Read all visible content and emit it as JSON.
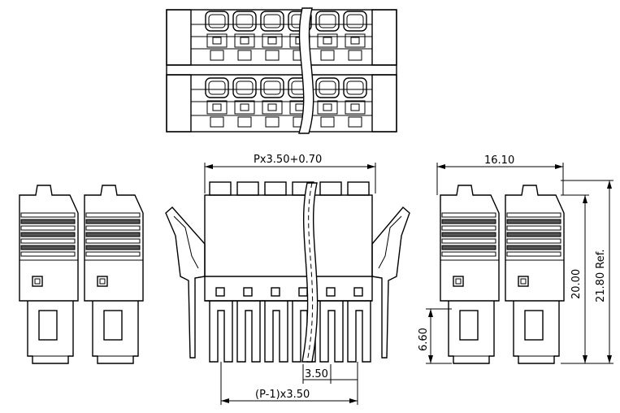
{
  "drawing": {
    "views": {
      "top": "top-view",
      "side_left": "side-view-left",
      "front": "front-view",
      "side_right": "side-view-right"
    },
    "pin_count_shown": 6
  },
  "dimensions": {
    "overall_width": "Px3.50+0.70",
    "depth": "16.10",
    "height_20": "20.00",
    "height_ref": "21.80 Ref.",
    "height_lower": "6.60",
    "pitch": "3.50",
    "pitch_span": "(P-1)x3.50"
  },
  "colors": {
    "line": "#000000",
    "fill": "#ffffff",
    "shade": "#555555"
  }
}
